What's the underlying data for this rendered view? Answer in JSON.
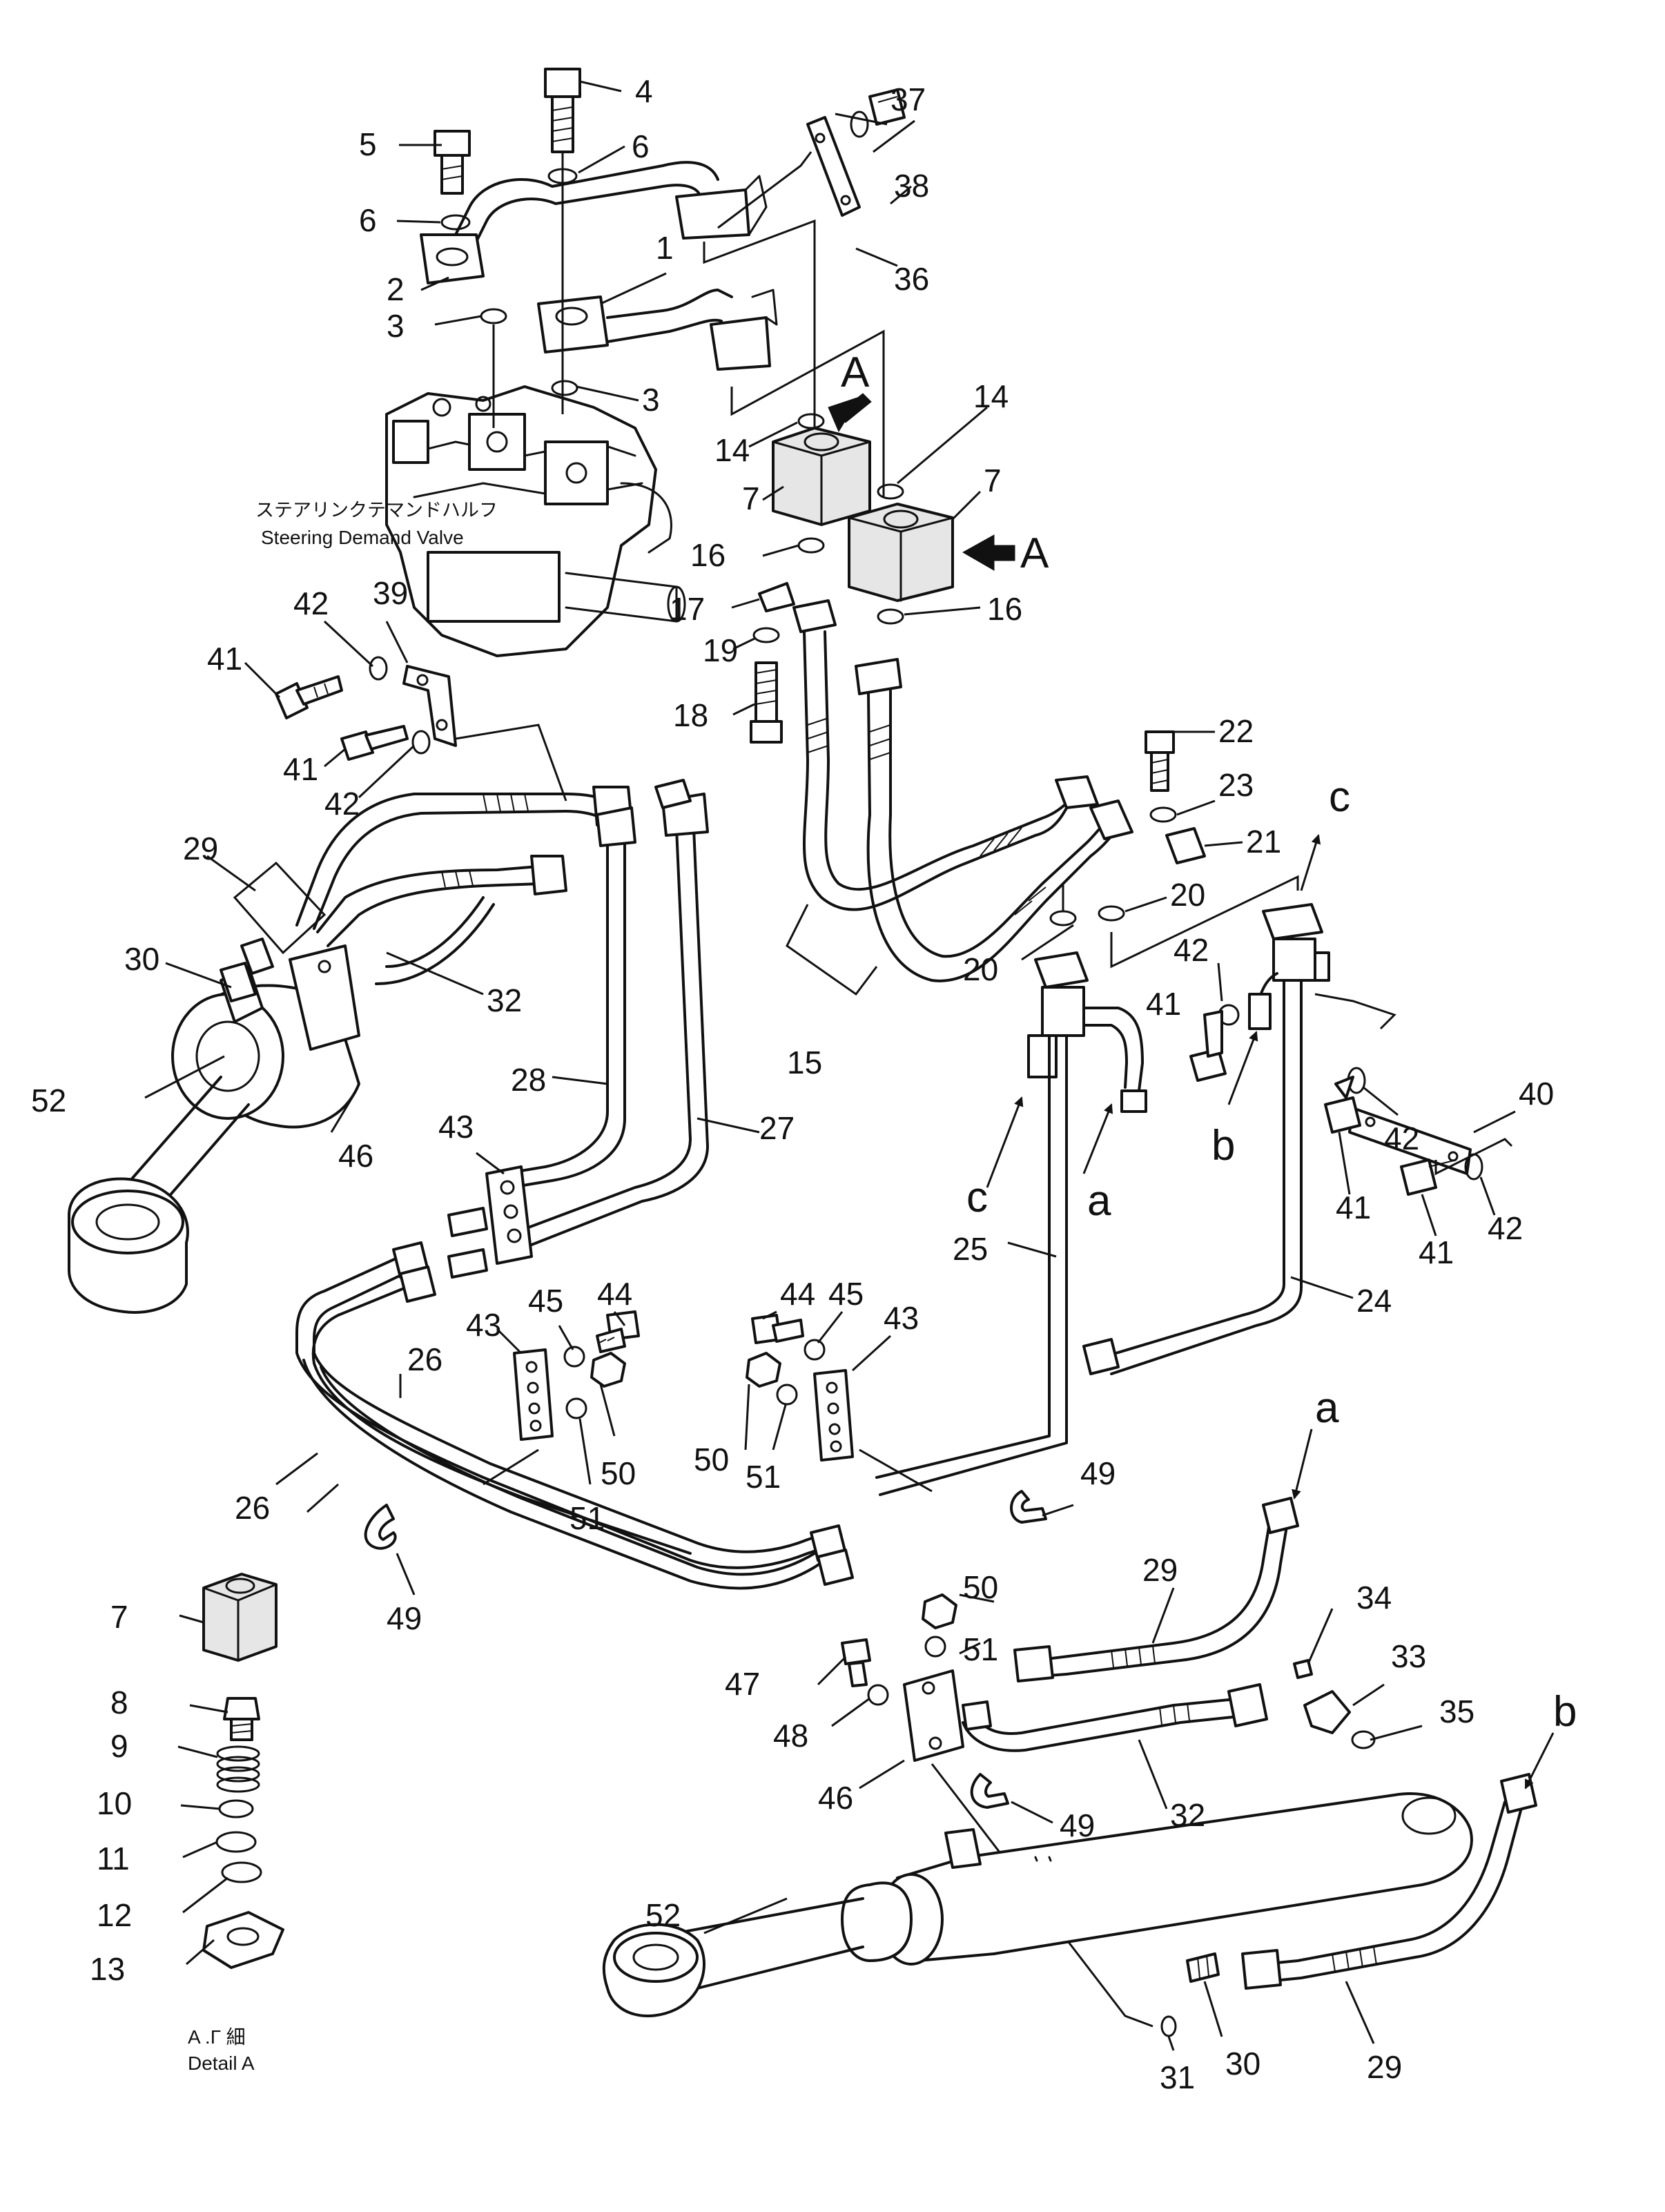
{
  "diagram": {
    "labels": {
      "valve_jp": "ステアリンクテマンドハルフ",
      "valve_en": "Steering Demand Valve",
      "detail_jp": "A .Г 細",
      "detail_en": "Detail A"
    },
    "view_letters": {
      "A": "A",
      "a": "a",
      "b": "b",
      "c": "c"
    },
    "part_numbers": {
      "n1": "1",
      "n2": "2",
      "n3": "3",
      "n4": "4",
      "n5": "5",
      "n6": "6",
      "n7": "7",
      "n8": "8",
      "n9": "9",
      "n10": "10",
      "n11": "11",
      "n12": "12",
      "n13": "13",
      "n14": "14",
      "n15": "15",
      "n16": "16",
      "n17": "17",
      "n18": "18",
      "n19": "19",
      "n20": "20",
      "n21": "21",
      "n22": "22",
      "n23": "23",
      "n24": "24",
      "n25": "25",
      "n26": "26",
      "n27": "27",
      "n28": "28",
      "n29": "29",
      "n30": "30",
      "n31": "31",
      "n32": "32",
      "n33": "33",
      "n34": "34",
      "n35": "35",
      "n36": "36",
      "n37": "37",
      "n38": "38",
      "n39": "39",
      "n40": "40",
      "n41": "41",
      "n42": "42",
      "n43": "43",
      "n44": "44",
      "n45": "45",
      "n46": "46",
      "n47": "47",
      "n48": "48",
      "n49": "49",
      "n50": "50",
      "n51": "51",
      "n52": "52"
    }
  }
}
